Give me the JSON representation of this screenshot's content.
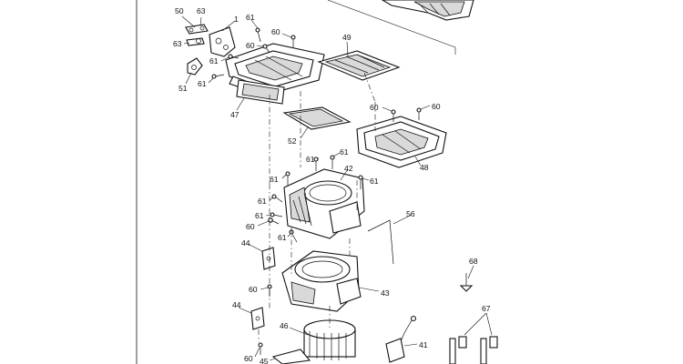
{
  "callouts": [
    {
      "id": "c-50a",
      "text": "50"
    },
    {
      "id": "c-63a",
      "text": "63"
    },
    {
      "id": "c-1",
      "text": "1"
    },
    {
      "id": "c-61a",
      "text": "61"
    },
    {
      "id": "c-60a",
      "text": "60"
    },
    {
      "id": "c-60b",
      "text": "60"
    },
    {
      "id": "c-63b",
      "text": "63"
    },
    {
      "id": "c-49",
      "text": "49"
    },
    {
      "id": "c-61b",
      "text": "61"
    },
    {
      "id": "c-51",
      "text": "51"
    },
    {
      "id": "c-61c",
      "text": "61"
    },
    {
      "id": "c-47",
      "text": "47"
    },
    {
      "id": "c-60c",
      "text": "60"
    },
    {
      "id": "c-60d",
      "text": "60"
    },
    {
      "id": "c-52",
      "text": "52"
    },
    {
      "id": "c-61d",
      "text": "61"
    },
    {
      "id": "c-61e",
      "text": "61"
    },
    {
      "id": "c-42",
      "text": "42"
    },
    {
      "id": "c-48",
      "text": "48"
    },
    {
      "id": "c-61f",
      "text": "61"
    },
    {
      "id": "c-61g",
      "text": "61"
    },
    {
      "id": "c-61h",
      "text": "61"
    },
    {
      "id": "c-61i",
      "text": "61"
    },
    {
      "id": "c-56",
      "text": "56"
    },
    {
      "id": "c-60e",
      "text": "60"
    },
    {
      "id": "c-61j",
      "text": "61"
    },
    {
      "id": "c-44a",
      "text": "44"
    },
    {
      "id": "c-68",
      "text": "68"
    },
    {
      "id": "c-60f",
      "text": "60"
    },
    {
      "id": "c-43",
      "text": "43"
    },
    {
      "id": "c-44b",
      "text": "44"
    },
    {
      "id": "c-67",
      "text": "67"
    },
    {
      "id": "c-46",
      "text": "46"
    },
    {
      "id": "c-41",
      "text": "41"
    },
    {
      "id": "c-60g",
      "text": "60"
    },
    {
      "id": "c-45",
      "text": "45"
    }
  ]
}
